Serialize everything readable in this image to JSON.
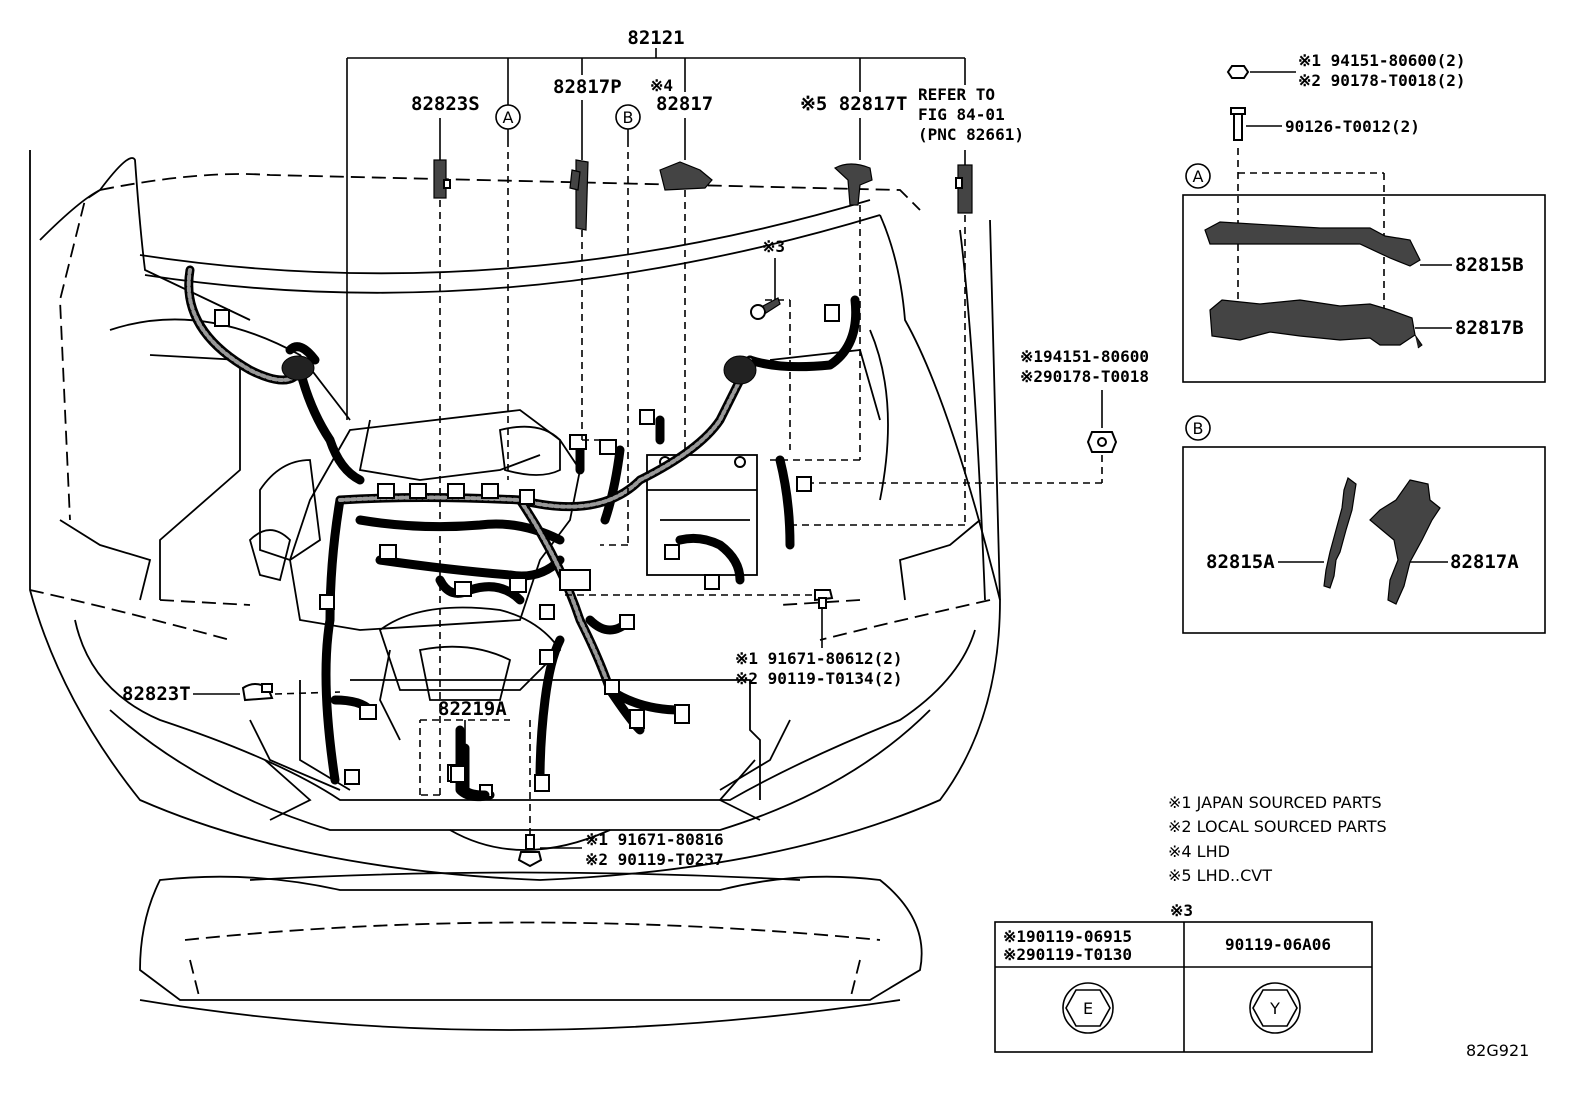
{
  "diagram": {
    "main_part": "82121",
    "parts_top": {
      "p82823S": "82823S",
      "p82817P": "82817P",
      "p82817_prefix": "※4",
      "p82817": "82817",
      "p82817T": "※5 82817T"
    },
    "callouts": {
      "a": "A",
      "b": "B",
      "e": "E",
      "y": "Y"
    },
    "refer": {
      "line1": "REFER TO",
      "line2": "FIG 84-01",
      "line3": "(PNC 82661)"
    },
    "note3": "※3",
    "nut_mid": {
      "l1": "※194151-80600",
      "l2": "※290178-T0018"
    },
    "bolt_center": {
      "l1": "※1 91671-80612(2)",
      "l2": "※2 90119-T0134(2)"
    },
    "bolt_bottom": {
      "l1": "※1 91671-80816",
      "l2": "※2 90119-T0237"
    },
    "parts_bottom": {
      "p82823T": "82823T",
      "p82219A": "82219A"
    },
    "detail_top": {
      "nut_l1": "※1 94151-80600(2)",
      "nut_l2": "※2 90178-T0018(2)",
      "stud": "90126-T0012(2)"
    },
    "detail_a": {
      "upper": "82815B",
      "lower": "82817B"
    },
    "detail_b": {
      "left": "82815A",
      "right": "82817A"
    },
    "legend": [
      "※1 JAPAN SOURCED PARTS",
      "※2 LOCAL SOURCED PARTS",
      "※4 LHD",
      "※5 LHD..CVT"
    ],
    "table": {
      "header_mark": "※3",
      "col1_l1": "※190119-06915",
      "col1_l2": "※290119-T0130",
      "col2": "90119-06A06"
    },
    "figure_id": "82G921"
  }
}
